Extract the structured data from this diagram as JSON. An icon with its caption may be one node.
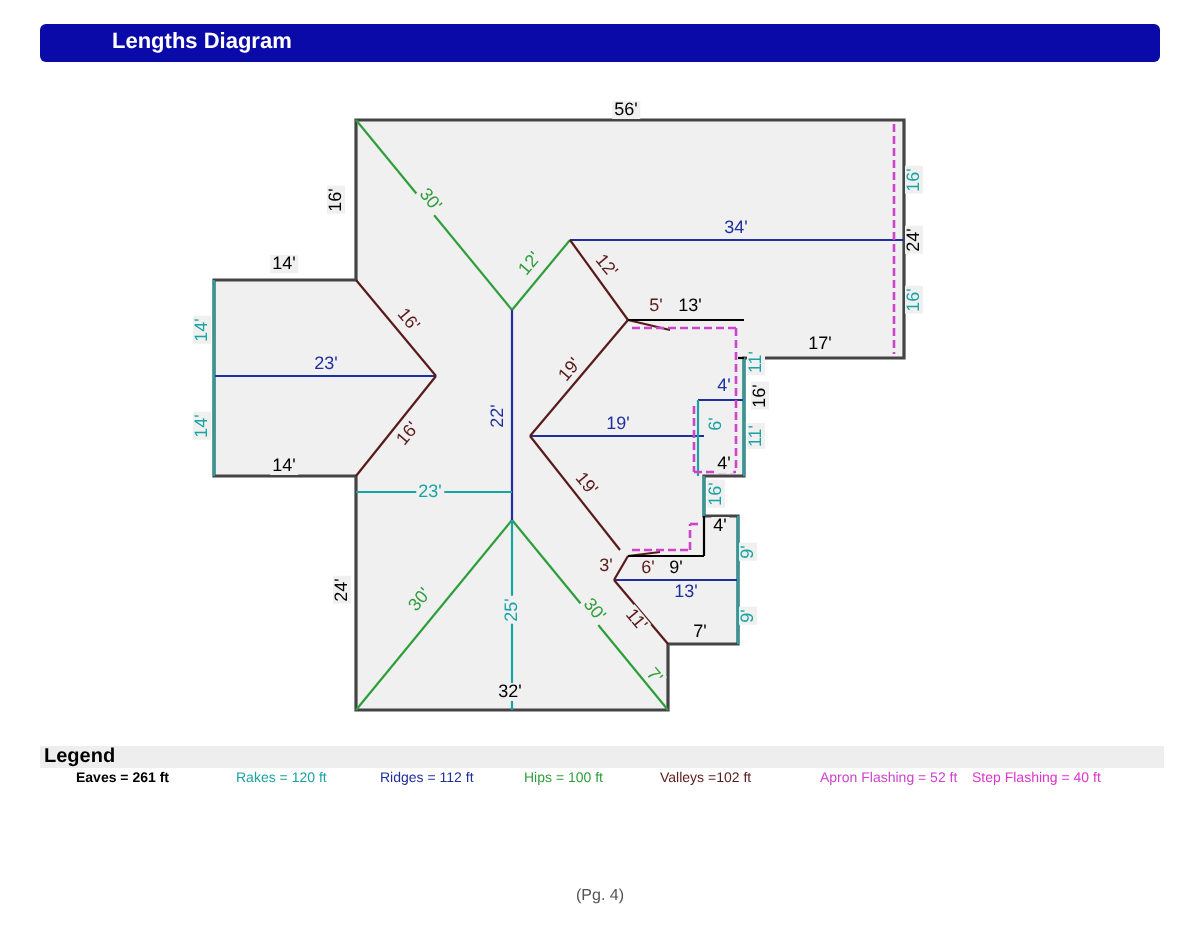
{
  "diagram": {
    "title": "Lengths Diagram",
    "caption": "(Pg. 4)",
    "labels": [
      "56'",
      "16'",
      "30'",
      "16'",
      "24'",
      "34'",
      "12'",
      "12'",
      "14'",
      "14'",
      "16'",
      "5'",
      "13'",
      "16'",
      "17'",
      "23'",
      "19'",
      "11'",
      "4'",
      "16'",
      "14'",
      "16'",
      "22'",
      "19'",
      "6'",
      "11'",
      "14'",
      "4'",
      "19'",
      "23'",
      "16'",
      "4'",
      "9'",
      "3'",
      "6'",
      "9'",
      "24'",
      "13'",
      "30'",
      "25'",
      "30'",
      "11'",
      "9'",
      "7'",
      "7'",
      "32'",
      "Legend"
    ],
    "legend": [
      {
        "text": "Eaves = 261 ft",
        "color": "#000000"
      },
      {
        "text": "Rakes = 120 ft",
        "color": "#1aa3a3"
      },
      {
        "text": "Ridges = 112 ft",
        "color": "#1f2f9e"
      },
      {
        "text": "Hips = 100 ft",
        "color": "#2e9e3a"
      },
      {
        "text": "Valleys =102 ft",
        "color": "#5a1a1a"
      },
      {
        "text": "Apron Flashing = 52 ft",
        "color": "#cc44cc"
      },
      {
        "text": "Step Flashing = 40 ft",
        "color": "#dd33cc"
      }
    ]
  }
}
